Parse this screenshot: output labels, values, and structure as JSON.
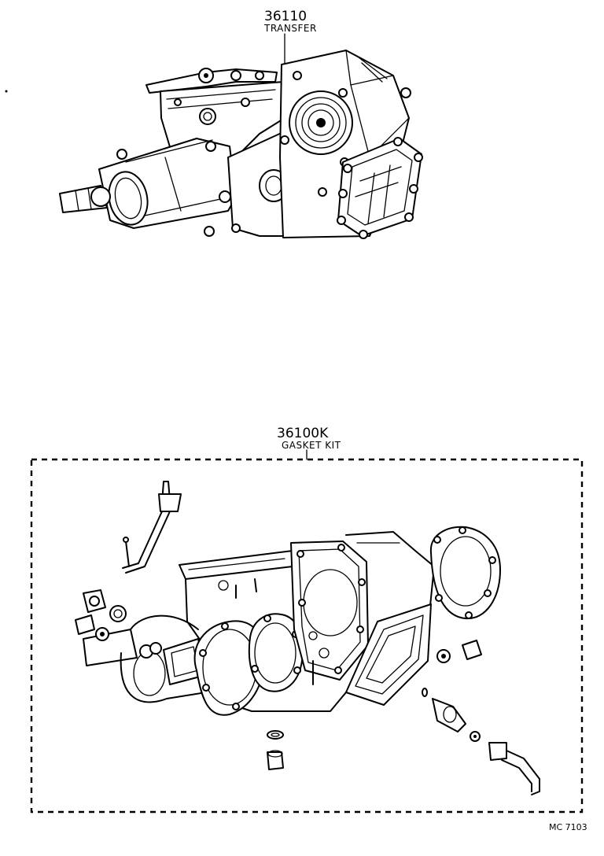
{
  "parts": [
    {
      "number": "36110",
      "name": "TRANSFER"
    },
    {
      "number": "36100K",
      "name": "GASKET KIT"
    }
  ],
  "diagram_code": "MC 7103"
}
